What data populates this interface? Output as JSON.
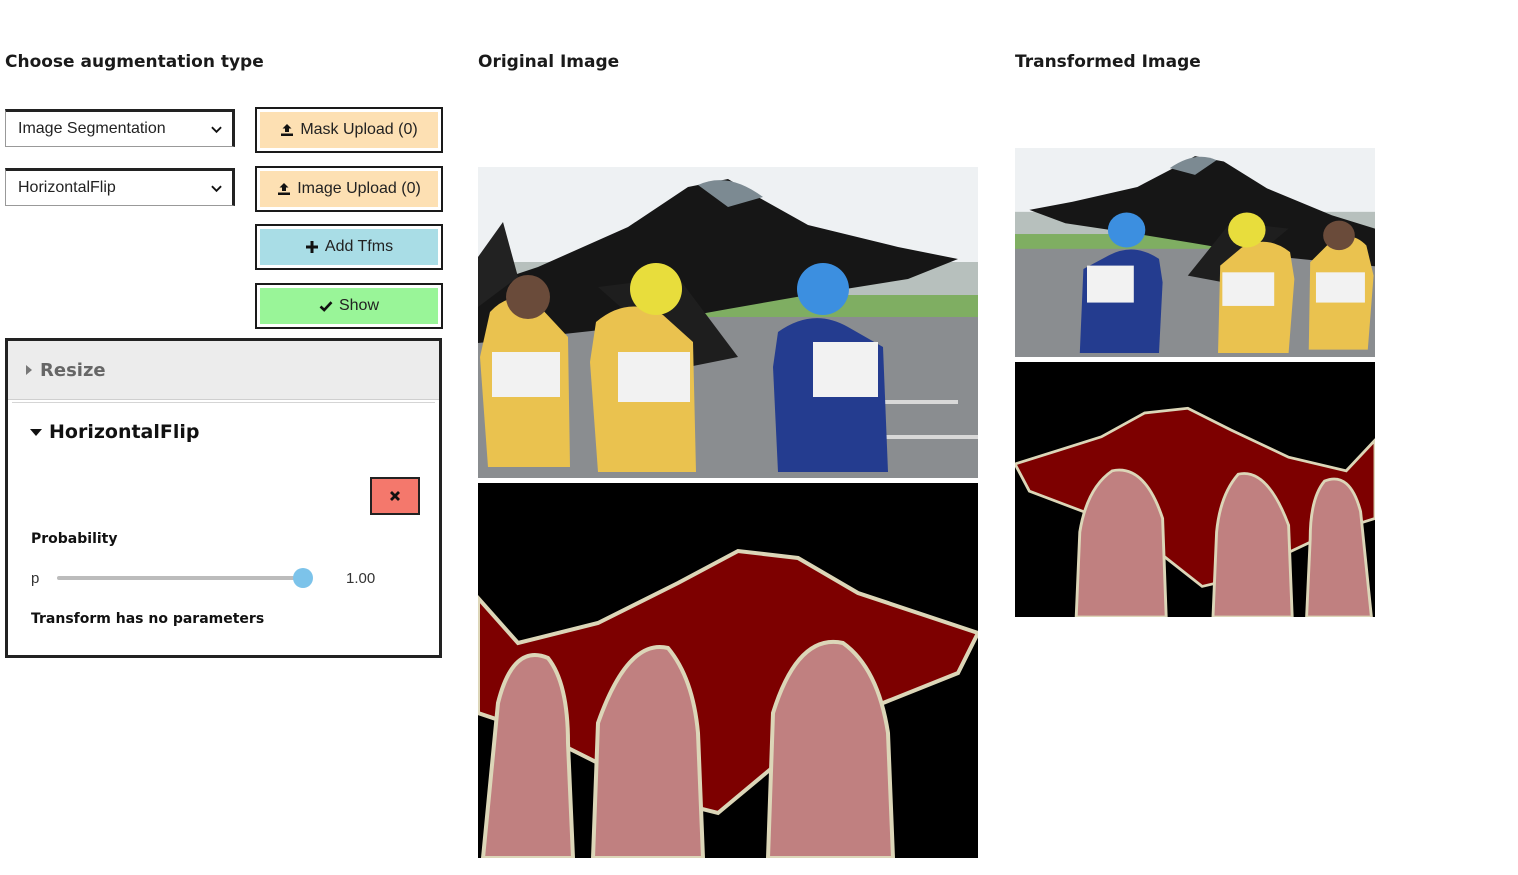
{
  "controls": {
    "heading": "Choose augmentation type",
    "augmentation_select": "Image Segmentation",
    "transform_select": "HorizontalFlip",
    "mask_upload_label": "Mask Upload (0)",
    "image_upload_label": "Image Upload (0)",
    "add_tfms_label": "Add Tfms",
    "show_label": "Show"
  },
  "accordion": {
    "resize_title": "Resize",
    "hflip_title": "HorizontalFlip",
    "probability_label": "Probability",
    "slider_param": "p",
    "slider_value_text": "1.00",
    "slider_fraction": 1.0,
    "no_params_text": "Transform has no parameters"
  },
  "original": {
    "heading": "Original Image"
  },
  "transformed": {
    "heading": "Transformed Image"
  },
  "colors": {
    "upload_bg": "#fde0b3",
    "add_bg": "#a9dde6",
    "show_bg": "#99f598",
    "delete_bg": "#f4786c",
    "mask_plane": "#7d0000",
    "mask_person": "#c08080",
    "mask_boundary": "#dcd6b8"
  },
  "icons": [
    "upload-icon",
    "plus-icon",
    "check-icon",
    "chevron-down-icon",
    "caret-right-icon",
    "caret-down-icon",
    "close-icon"
  ]
}
